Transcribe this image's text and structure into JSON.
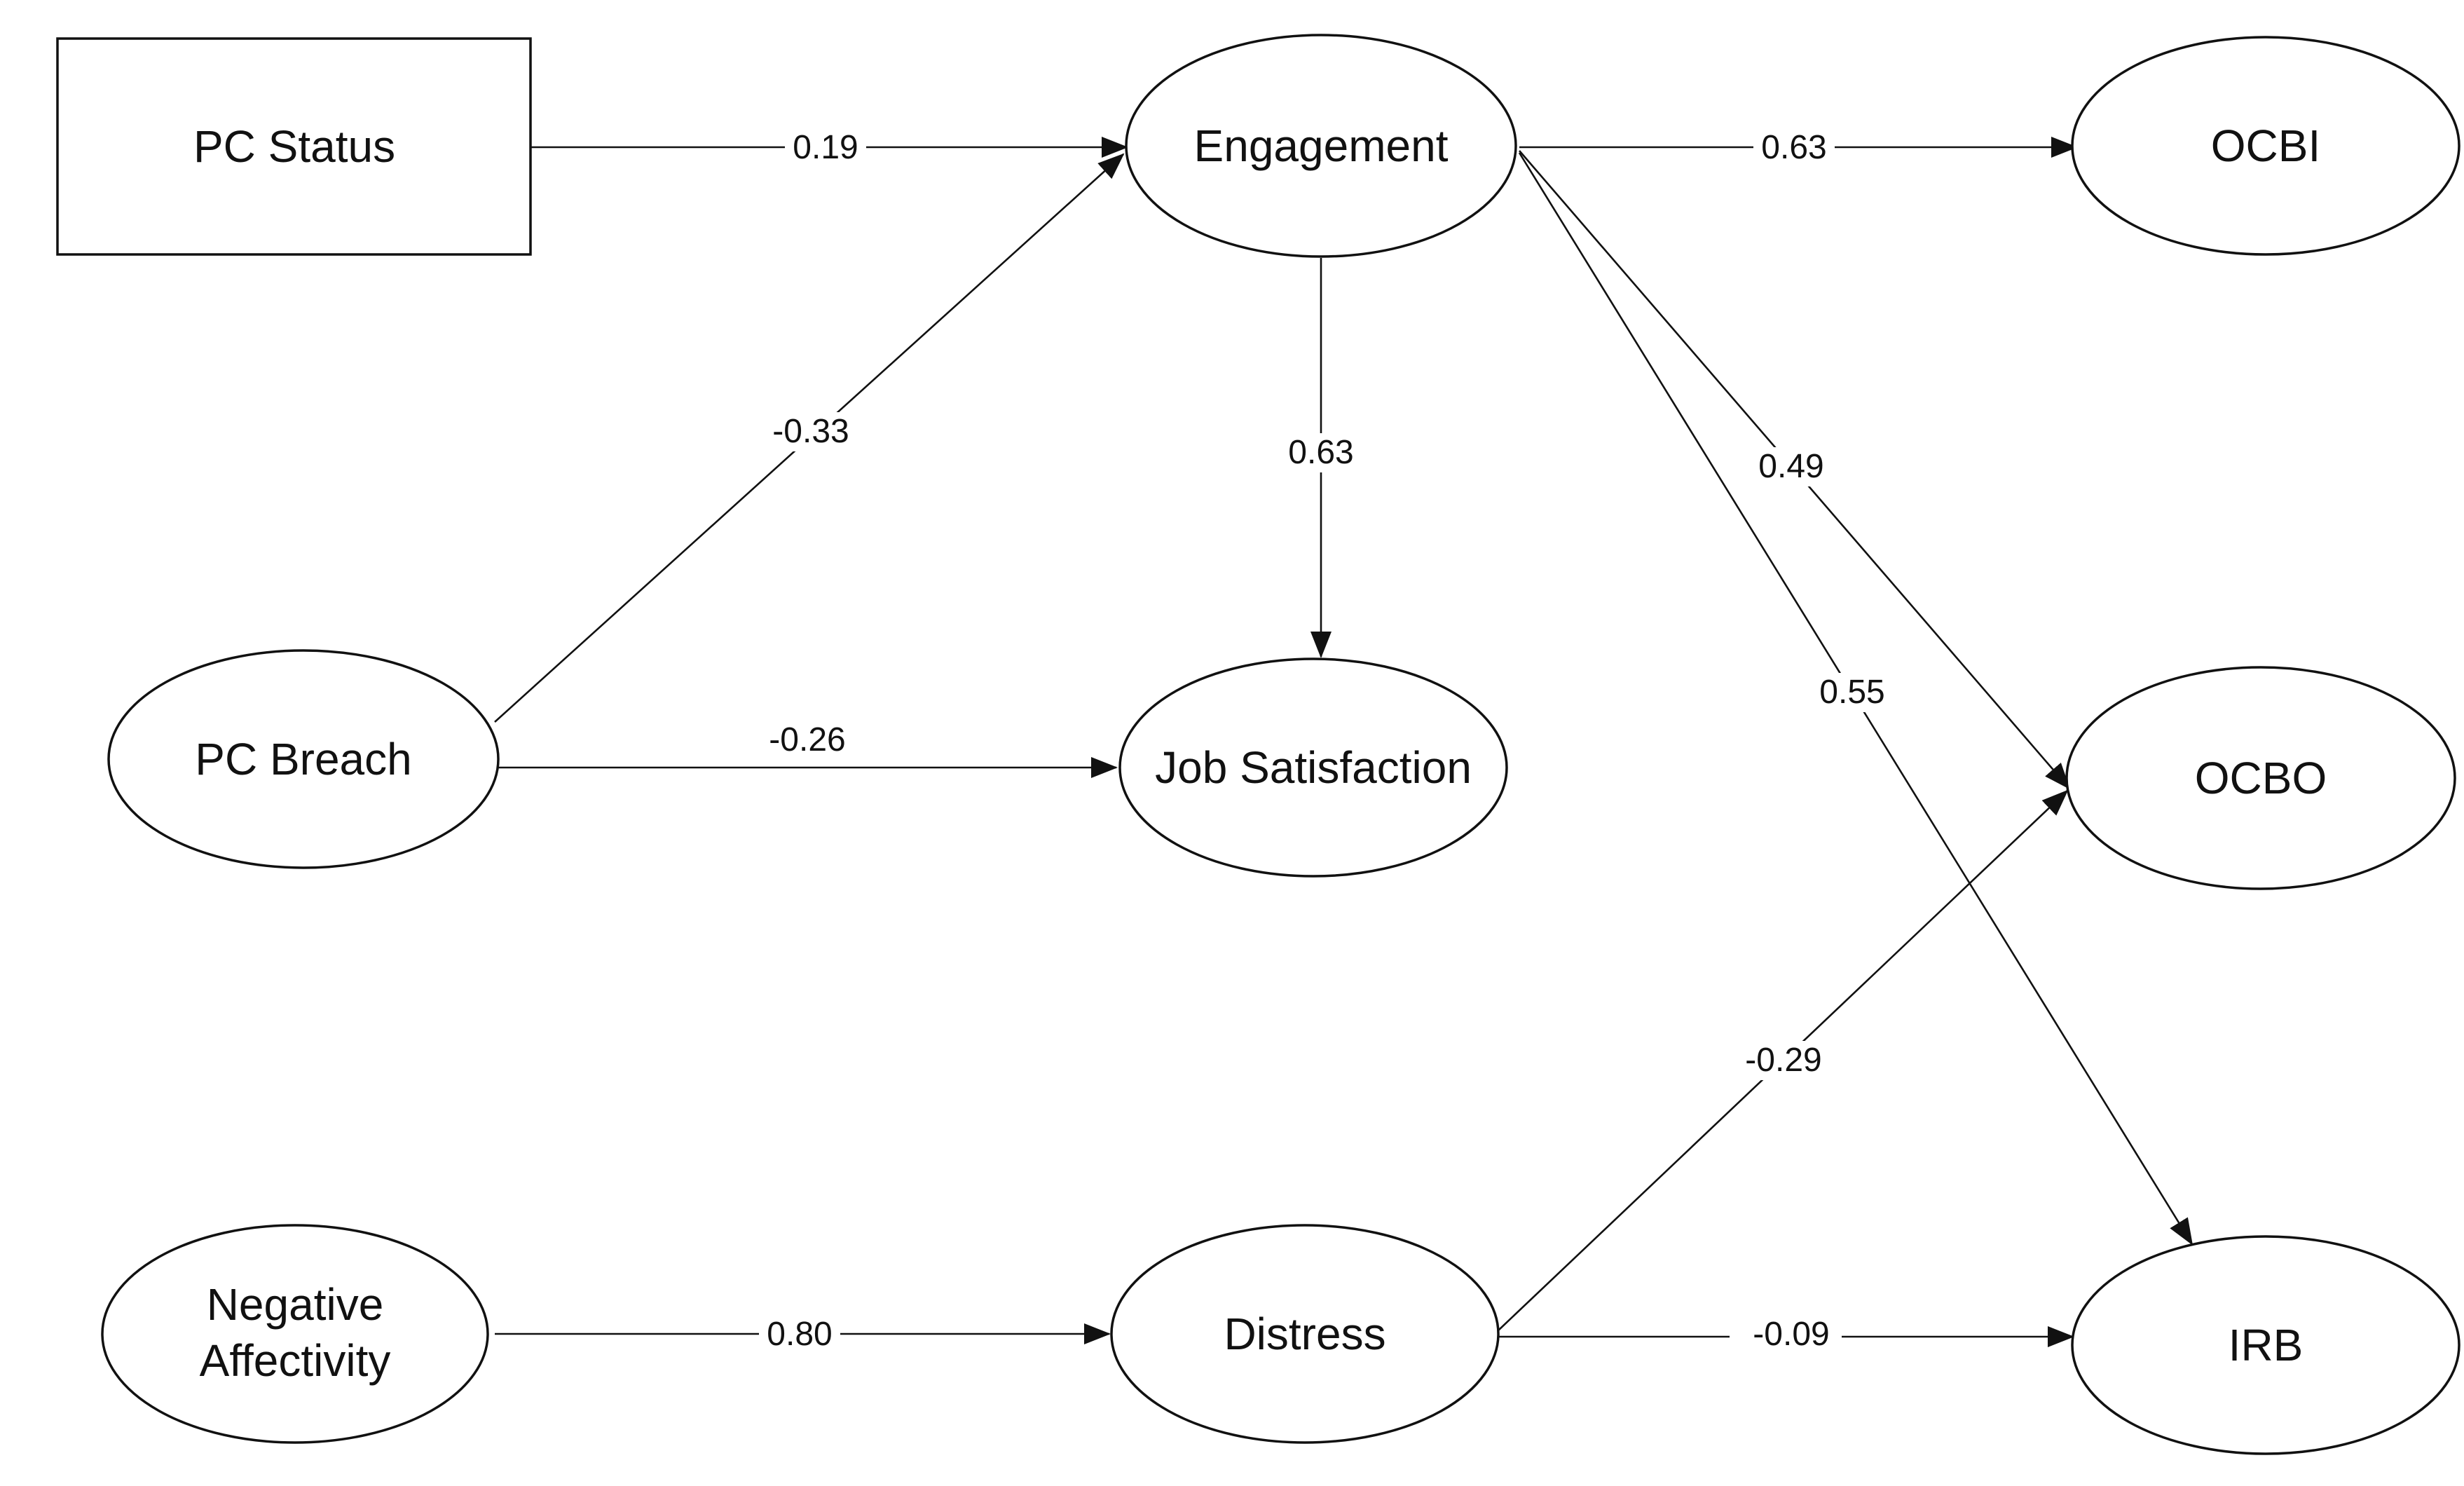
{
  "diagram": {
    "nodes": {
      "pc_status": {
        "label": "PC Status",
        "shape": "rect"
      },
      "pc_breach": {
        "label": "PC Breach",
        "shape": "ellipse"
      },
      "negative_affectivity": {
        "label_line1": "Negative",
        "label_line2": "Affectivity",
        "shape": "ellipse"
      },
      "engagement": {
        "label": "Engagement",
        "shape": "ellipse"
      },
      "job_satisfaction": {
        "label": "Job Satisfaction",
        "shape": "ellipse"
      },
      "distress": {
        "label": "Distress",
        "shape": "ellipse"
      },
      "ocbi": {
        "label": "OCBI",
        "shape": "ellipse"
      },
      "ocbo": {
        "label": "OCBO",
        "shape": "ellipse"
      },
      "irb": {
        "label": "IRB",
        "shape": "ellipse"
      }
    },
    "edges": [
      {
        "from": "PC Status",
        "to": "Engagement",
        "value": "0.19"
      },
      {
        "from": "PC Breach",
        "to": "Engagement",
        "value": "-0.33"
      },
      {
        "from": "PC Breach",
        "to": "Job Satisfaction",
        "value": "-0.26"
      },
      {
        "from": "Engagement",
        "to": "Job Satisfaction",
        "value": "0.63"
      },
      {
        "from": "Engagement",
        "to": "OCBI",
        "value": "0.63"
      },
      {
        "from": "Engagement",
        "to": "OCBO",
        "value": "0.49"
      },
      {
        "from": "Engagement",
        "to": "IRB",
        "value": "0.55"
      },
      {
        "from": "Negative Affectivity",
        "to": "Distress",
        "value": "0.80"
      },
      {
        "from": "Distress",
        "to": "OCBO",
        "value": "-0.29"
      },
      {
        "from": "Distress",
        "to": "IRB",
        "value": "-0.09"
      }
    ]
  }
}
